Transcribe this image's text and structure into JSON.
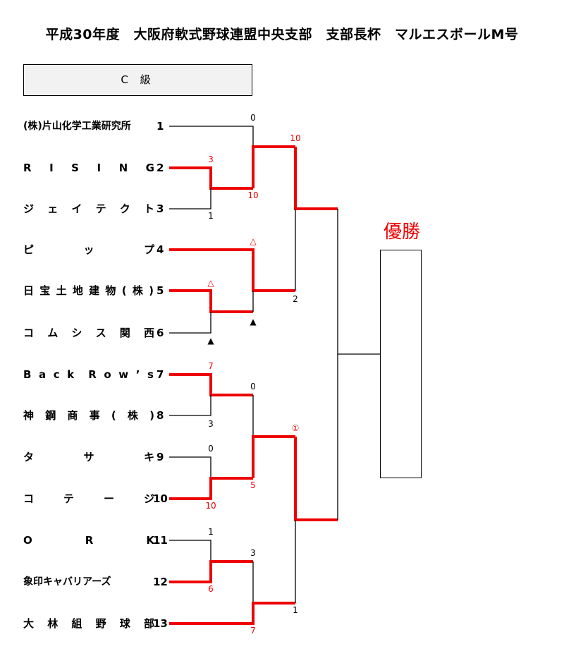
{
  "title": "平成30年度　大阪府軟式野球連盟中央支部　支部長杯　マルエスボールM号",
  "class_label": "C 級",
  "champion_label": "優勝",
  "teams": [
    {
      "name_chars": [
        "(株)片山化学工業研究所"
      ],
      "seed": "1"
    },
    {
      "name_chars": [
        "R",
        "I",
        "S",
        "I",
        "N",
        "G"
      ],
      "seed": "2"
    },
    {
      "name_chars": [
        "ジ",
        "ェ",
        "イ",
        "テ",
        "ク",
        "ト"
      ],
      "seed": "3"
    },
    {
      "name_chars": [
        "ピ",
        "ッ",
        "プ"
      ],
      "seed": "4"
    },
    {
      "name_chars": [
        "日",
        "宝",
        "土",
        "地",
        "建",
        "物",
        "(",
        "株",
        ")"
      ],
      "seed": "5"
    },
    {
      "name_chars": [
        "コ",
        "ム",
        "シ",
        "ス",
        "関",
        "西"
      ],
      "seed": "6"
    },
    {
      "name_chars": [
        "B",
        "a",
        "c",
        "k",
        " ",
        "R",
        "o",
        "w",
        "’",
        "s"
      ],
      "seed": "7"
    },
    {
      "name_chars": [
        "神",
        "鋼",
        "商",
        "事",
        "(",
        "株",
        ")"
      ],
      "seed": "8"
    },
    {
      "name_chars": [
        "タ",
        "サ",
        "キ"
      ],
      "seed": "9"
    },
    {
      "name_chars": [
        "コ",
        "テ",
        "ー",
        "ジ"
      ],
      "seed": "10"
    },
    {
      "name_chars": [
        "O",
        "R",
        "K"
      ],
      "seed": "11"
    },
    {
      "name_chars": [
        "象印キャバリアーズ"
      ],
      "seed": "12"
    },
    {
      "name_chars": [
        "大",
        "林",
        "組",
        "野",
        "球",
        "部"
      ],
      "seed": "13"
    }
  ],
  "scores": {
    "r1_2v3_top": "3",
    "r1_2v3_bot": "1",
    "r1_5v6_top": "△",
    "r1_5v6_bot": "▲",
    "r1_7v8_top": "7",
    "r1_7v8_bot": "3",
    "r1_9v10_top": "0",
    "r1_9v10_bot": "10",
    "r1_11v12_top": "1",
    "r1_11v12_bot": "6",
    "r2_1vW_top": "0",
    "r2_1vW_bot": "10",
    "r2_4vW_top": "△",
    "r2_4vW_bot": "▲",
    "r2_W78vW910_top": "0",
    "r2_W78vW910_bot": "5",
    "r2_W1112v13_top": "3",
    "r2_W1112v13_bot": "7",
    "sf_top_top": "10",
    "sf_top_bot": "2",
    "sf_bot_top": "①",
    "sf_bot_bot": "1"
  },
  "colors": {
    "win": "#ee0000",
    "line": "#000000",
    "score_win": "#ee0000",
    "score_lose": "#000000"
  }
}
